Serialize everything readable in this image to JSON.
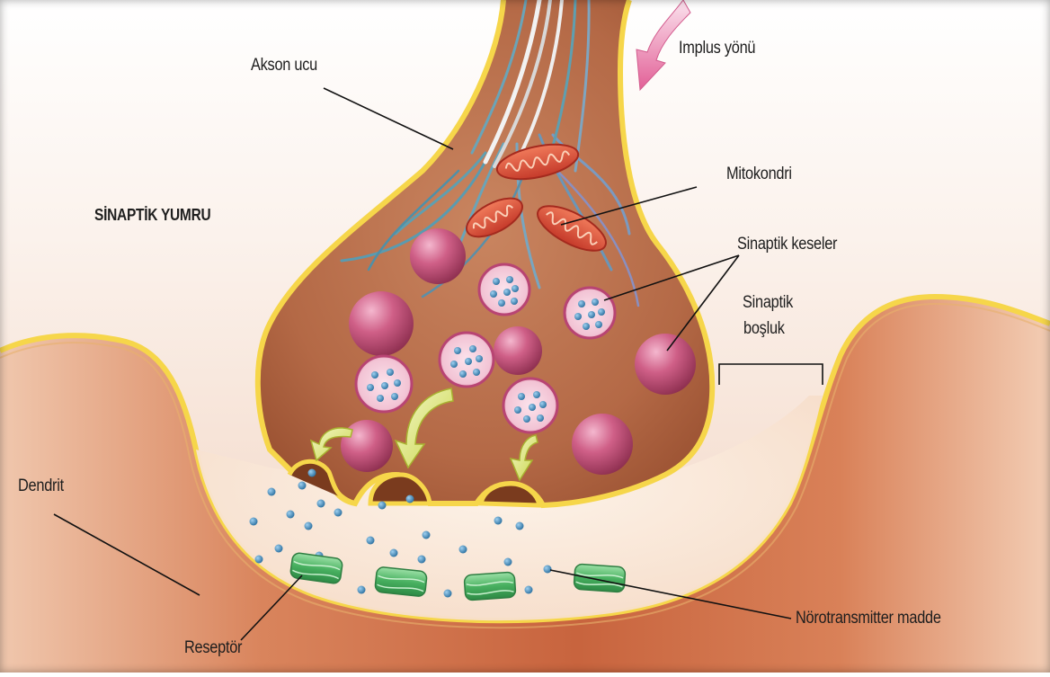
{
  "labels": {
    "akson_ucu": "Akson ucu",
    "impuls_yonu": "Implus yönü",
    "mitokondri": "Mitokondri",
    "sinaptik_yumru": "SİNAPTİK YUMRU",
    "sinaptik_keseler": "Sinaptik keseler",
    "sinaptik_bosluk_1": "Sinaptik",
    "sinaptik_bosluk_2": "boşluk",
    "dendrit": "Dendrit",
    "reseptor": "Reseptör",
    "norotransmitter": "Nörotransmitter madde"
  },
  "colors": {
    "dendrite_dark": "#c86a44",
    "dendrite_light": "#f3d3bf",
    "membrane": "#f6d64a",
    "terminal": "#b56b48",
    "vesicle": "#c4557a",
    "receptor": "#53b36a",
    "transmitter": "#3b83b8",
    "arrow_pink": "#e878a6"
  }
}
